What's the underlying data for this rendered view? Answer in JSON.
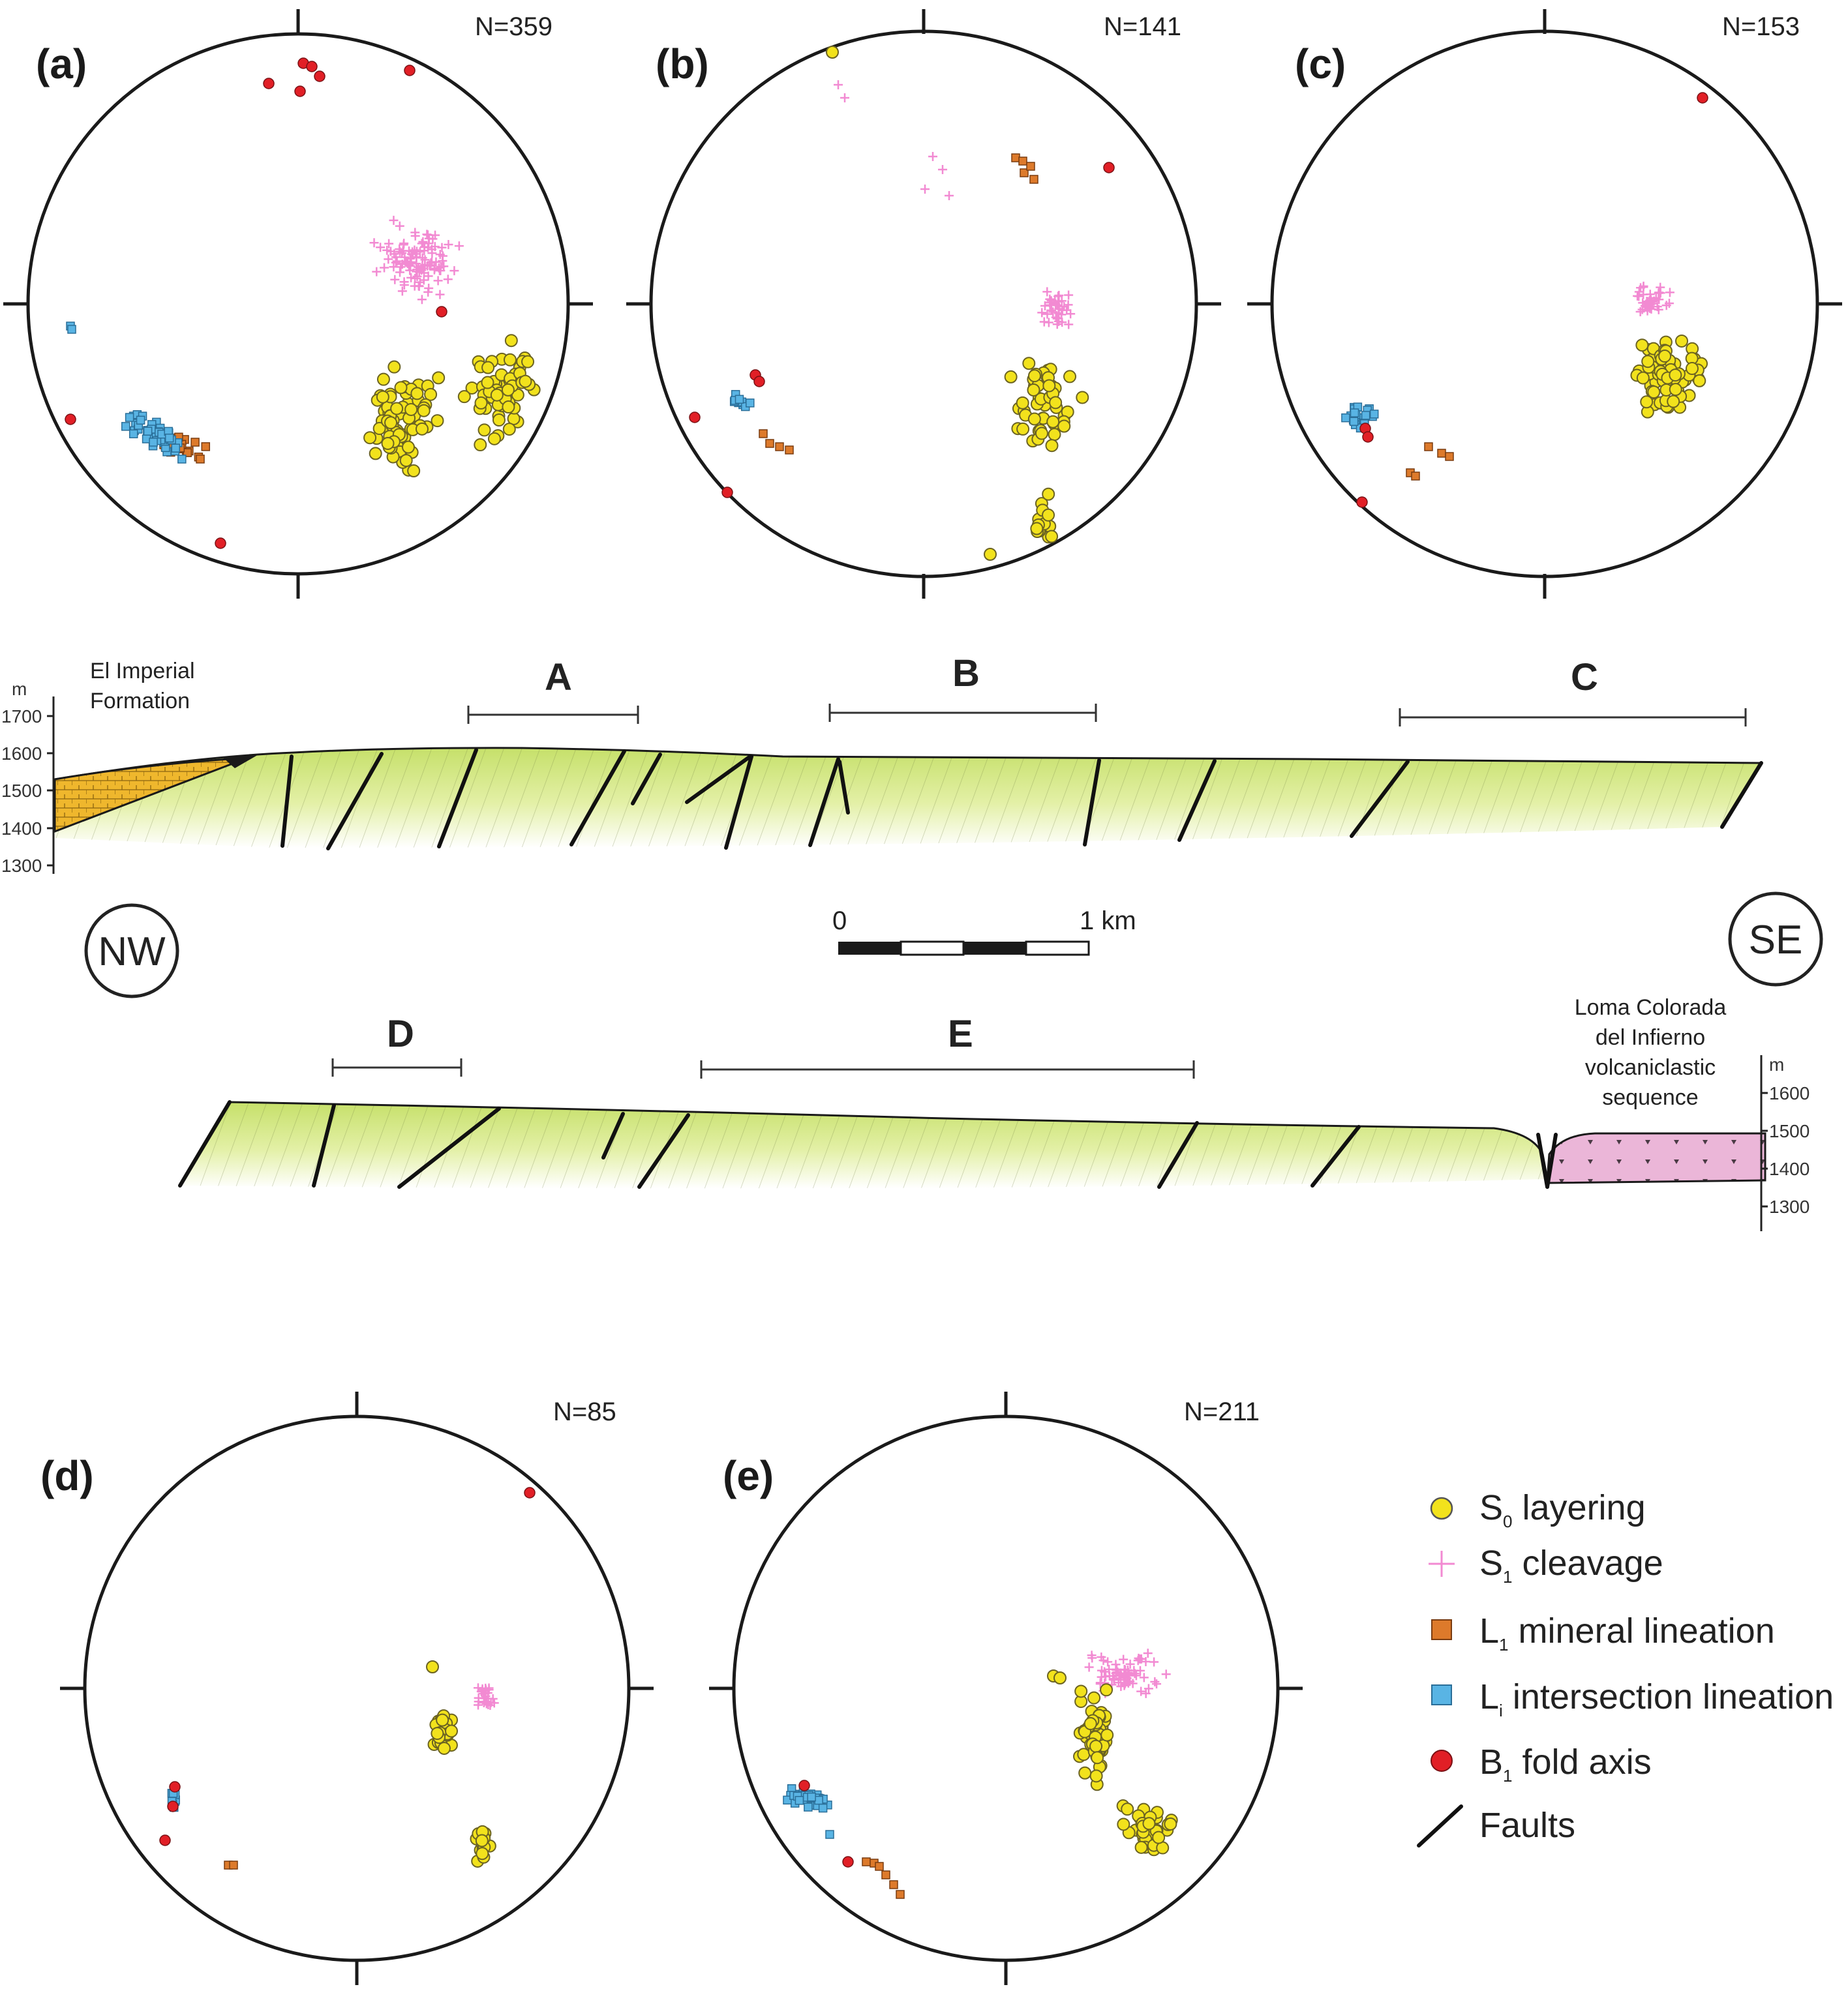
{
  "stereonets": [
    {
      "id": "a",
      "label": "(a)",
      "n_label": "N=359"
    },
    {
      "id": "b",
      "label": "(b)",
      "n_label": "N=141"
    },
    {
      "id": "c",
      "label": "(c)",
      "n_label": "N=153"
    },
    {
      "id": "d",
      "label": "(d)",
      "n_label": "N=85"
    },
    {
      "id": "e",
      "label": "(e)",
      "n_label": "N=211"
    }
  ],
  "cross_section": {
    "upper": {
      "formation_label_line1": "El Imperial",
      "formation_label_line2": "Formation",
      "unit": "m",
      "ticks": [
        "1700",
        "1600",
        "1500",
        "1400",
        "1300"
      ],
      "segments": [
        "A",
        "B",
        "C"
      ]
    },
    "lower": {
      "formation_label_line1": "Loma Colorada",
      "formation_label_line2": "del Infierno",
      "formation_label_line3": "volcaniclastic",
      "formation_label_line4": "sequence",
      "unit": "m",
      "ticks": [
        "1600",
        "1500",
        "1400",
        "1300"
      ],
      "segments": [
        "D",
        "E"
      ]
    },
    "direction_left": "NW",
    "direction_right": "SE",
    "scale_zero": "0",
    "scale_end": "1 km"
  },
  "legend": {
    "s0": {
      "main": "S",
      "sub": "0",
      "rest": " layering"
    },
    "s1": {
      "main": "S",
      "sub": "1",
      "rest": " cleavage"
    },
    "l1": {
      "main": "L",
      "sub": "1",
      "rest": " mineral lineation"
    },
    "li": {
      "main": "L",
      "sub": "i",
      "rest": " intersection lineation"
    },
    "b1": {
      "main": "B",
      "sub": "1",
      "rest": " fold axis"
    },
    "faults": "Faults"
  },
  "colors": {
    "s0": "#f2e21c",
    "s1": "#f28ad2",
    "l1": "#dd7a2b",
    "li": "#59b4e4",
    "b1": "#e11f26",
    "section_fill": "#dcec8e",
    "imperial_fill": "#efb72d",
    "loma_fill": "#e9aed5"
  }
}
